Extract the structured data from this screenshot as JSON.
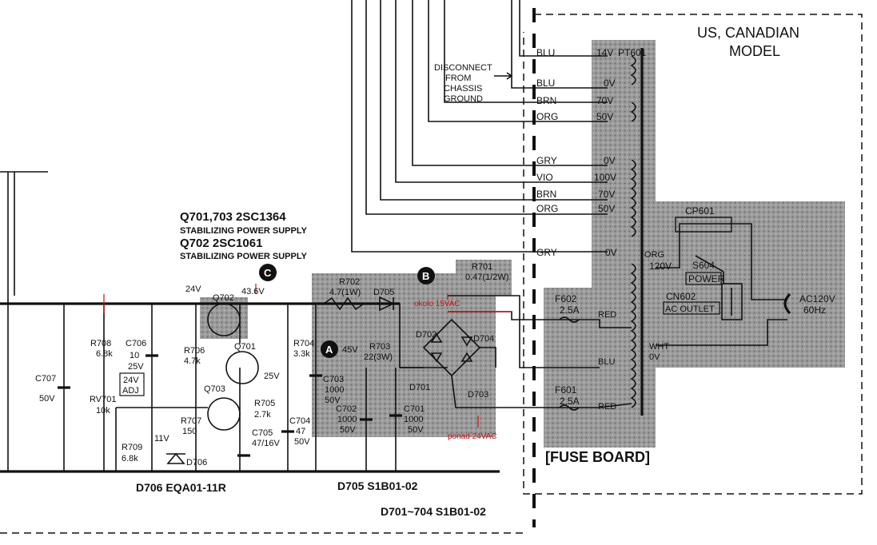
{
  "region": {
    "line1": "US, CANADIAN",
    "line2": "MODEL"
  },
  "transistors": {
    "line1": "Q701,703 2SC1364",
    "line2": "STABILIZING POWER SUPPLY",
    "line3": "Q702 2SC1061",
    "line4": "STABILIZING POWER SUPPLY"
  },
  "disconnect": {
    "l1": "DISCONNECT",
    "l2": "FROM",
    "l3": "CHASSIS",
    "l4": "GROUND"
  },
  "transformer": {
    "name": "PT601",
    "taps": [
      {
        "color": "BLU",
        "voltage": "14V"
      },
      {
        "color": "BLU",
        "voltage": "0V"
      },
      {
        "color": "BRN",
        "voltage": "70V"
      },
      {
        "color": "ORG",
        "voltage": "50V"
      },
      {
        "color": "GRY",
        "voltage": "0V"
      },
      {
        "color": "VIO",
        "voltage": "100V"
      },
      {
        "color": "BRN",
        "voltage": "70V"
      },
      {
        "color": "ORG",
        "voltage": "50V"
      },
      {
        "color": "GRY",
        "voltage": "0V"
      }
    ],
    "primary": {
      "org": "ORG",
      "v120": "120V",
      "wht": "WHT",
      "v0": "0V"
    }
  },
  "mains": {
    "cp601": "CP601",
    "s604a": "S604",
    "s604b": "POWER",
    "cn602": "CN602",
    "ac_outlet": "AC OUTLET",
    "ac1": "AC120V",
    "ac2": "60Hz"
  },
  "fuse_board": {
    "title": "[FUSE BOARD]",
    "f602": "F602",
    "f602_rating": "2.5A",
    "red_top": "RED",
    "blu": "BLU",
    "f601": "F601",
    "f601_rating": "2.5A",
    "red_bottom": "RED"
  },
  "test_points": [
    "A",
    "B",
    "C"
  ],
  "components": {
    "r702a": "R702",
    "r702b": "4.7(1W)",
    "d705": "D705",
    "r701a": "R701",
    "r701b": "0.47(1/2W)",
    "r703a": "R703",
    "r703b": "22(3W)",
    "d702": "D702",
    "d704": "D704",
    "d701": "D701",
    "d703": "D703",
    "r708a": "R708",
    "r708b": "6.8k",
    "c706a": "C706",
    "c706b": "10",
    "c706c": "25V",
    "adj1": "24V",
    "adj2": "ADJ",
    "c707a": "C707",
    "c707b": "50V",
    "rv701a": "RV701",
    "rv701b": "10k",
    "r709a": "R709",
    "r709b": "6.8k",
    "r706a": "R706",
    "r706b": "4.7k",
    "q702": "Q702",
    "q701": "Q701",
    "q703": "Q703",
    "r707a": "R707",
    "r707b": "150",
    "v11": "11V",
    "d706": "D706",
    "c705a": "C705",
    "c705b": "47/16V",
    "r705a": "R705",
    "r705b": "2.7k",
    "r704a": "R704",
    "r704b": "3.3k",
    "c704a": "C704",
    "c704b": "47",
    "c704c": "50V",
    "c703a": "C703",
    "c703b": "1000",
    "c703c": "50V",
    "c702a": "C702",
    "c702b": "1000",
    "c702c": "50V",
    "c701a": "C701",
    "c701b": "1000",
    "c701c": "50V",
    "v24": "24V",
    "v436": "43.6V",
    "v25": "25V",
    "v45": "45V"
  },
  "parts_list": {
    "d706": "D706  EQA01-11R",
    "d705": "D705  S1B01-02",
    "d701": "D701~704  S1B01-02"
  },
  "notes": {
    "about15": "około 15VAC",
    "over24": "ponad 24VAC"
  },
  "colors": {
    "ink": "#111111",
    "shade": "#8a8a8a",
    "annotation": "#d01010"
  }
}
